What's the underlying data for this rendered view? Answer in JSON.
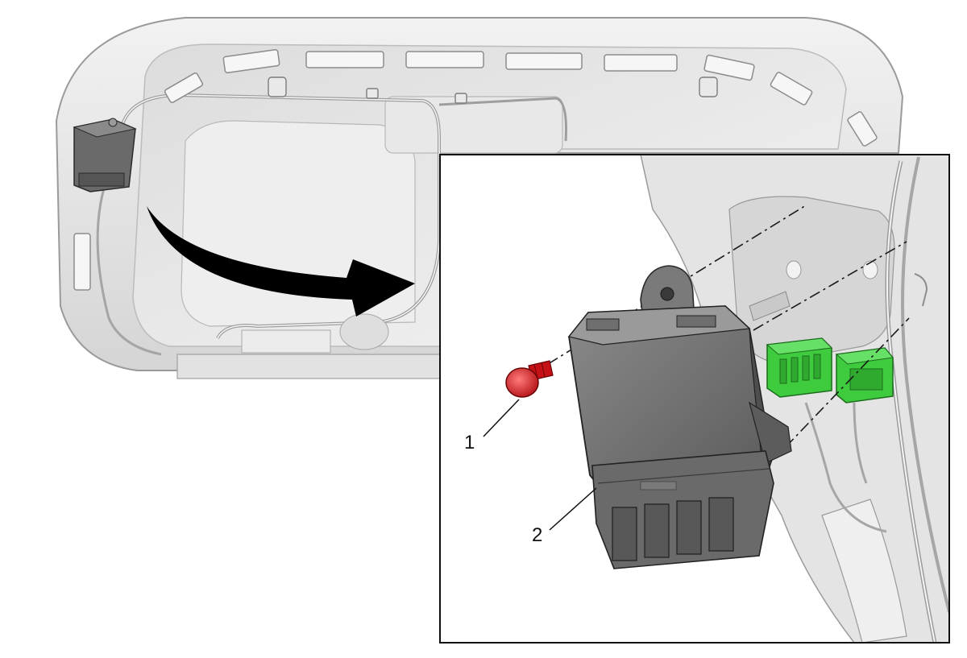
{
  "diagram": {
    "callouts": [
      {
        "number": "1",
        "part": "screw"
      },
      {
        "number": "2",
        "part": "module"
      }
    ],
    "colors": {
      "screw": "#e0141a",
      "connector": "#32c832",
      "module": "#6d6d6d",
      "housing": "#e6e6e6",
      "outline": "#1a1a1a"
    }
  }
}
